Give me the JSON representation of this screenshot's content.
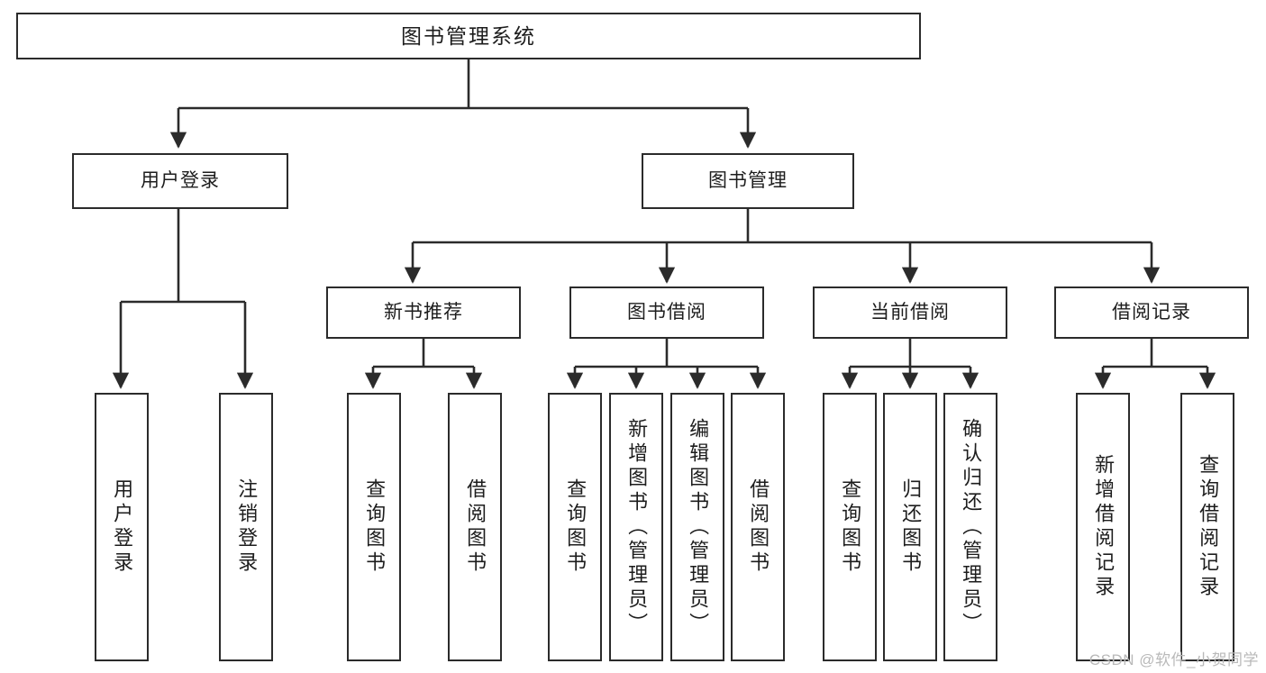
{
  "diagram": {
    "title": "图书管理系统",
    "type": "tree",
    "watermark": "CSDN @软件_小贺同学",
    "colors": {
      "border": "#2b2b2b",
      "background": "#ffffff",
      "text": "#1d1d1d",
      "edge": "#2b2b2b",
      "watermark": "#b9b9b9"
    },
    "root": {
      "label": "图书管理系统"
    },
    "level2": [
      {
        "label": "用户登录"
      },
      {
        "label": "图书管理"
      }
    ],
    "level3": [
      {
        "label": "新书推荐"
      },
      {
        "label": "图书借阅"
      },
      {
        "label": "当前借阅"
      },
      {
        "label": "借阅记录"
      }
    ],
    "leaves": {
      "user_login": [
        {
          "label": "用户登录"
        },
        {
          "label": "注销登录"
        }
      ],
      "new_book_recommend": [
        {
          "label": "查询图书"
        },
        {
          "label": "借阅图书"
        }
      ],
      "book_borrow": [
        {
          "label": "查询图书"
        },
        {
          "label": "新增图书（管理员）"
        },
        {
          "label": "编辑图书（管理员）"
        },
        {
          "label": "借阅图书"
        }
      ],
      "current_borrow": [
        {
          "label": "查询图书"
        },
        {
          "label": "归还图书"
        },
        {
          "label": "确认归还（管理员）"
        }
      ],
      "borrow_record": [
        {
          "label": "新增借阅记录"
        },
        {
          "label": "查询借阅记录"
        }
      ]
    }
  }
}
